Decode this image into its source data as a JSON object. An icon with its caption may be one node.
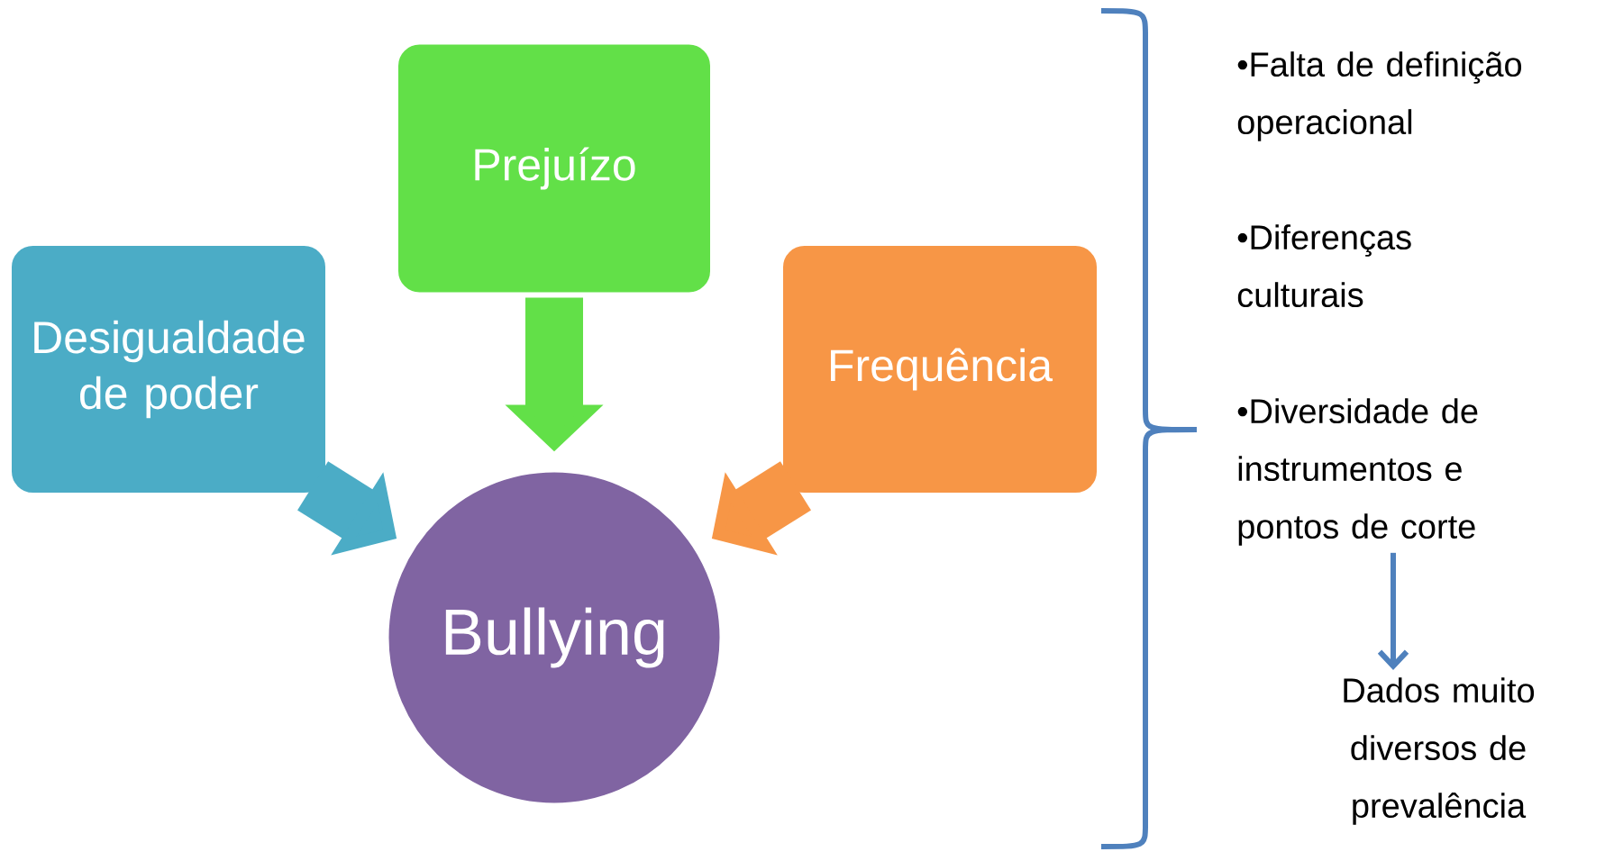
{
  "diagram": {
    "nodes": [
      {
        "text": [
          "Prejuízo"
        ]
      },
      {
        "text": [
          "Desigualdade de poder"
        ]
      },
      {
        "text": [
          "Frequência"
        ]
      },
      {
        "text": [
          "Bullying"
        ]
      },
      {
        "text": [
          "•Diversidade de instrumentos e pontos de corte"
        ]
      },
      {
        "text": [
          "Dados muito diversos de prevalência"
        ]
      }
    ],
    "edges": [
      {
        "from": 0,
        "to": 3,
        "arrow": "to",
        "color": "#62e048"
      },
      {
        "from": 1,
        "to": 3,
        "arrow": "to",
        "color": "#4bacc6"
      },
      {
        "from": 2,
        "to": 3,
        "arrow": "to",
        "color": "#f79646"
      },
      {
        "from": 4,
        "to": 5,
        "arrow": "to",
        "color": "#4f81bd"
      }
    ],
    "labels": [
      "•Falta de definição operacional",
      "•Diferenças culturais"
    ]
  }
}
